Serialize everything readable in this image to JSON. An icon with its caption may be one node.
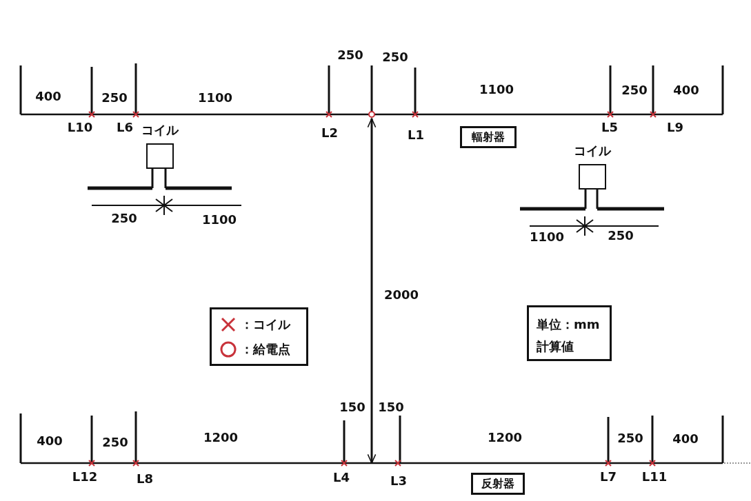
{
  "diagram": {
    "nodes": [
      {
        "text": [
          "コイル"
        ]
      },
      {
        "text": [
          "輻射器"
        ]
      },
      {
        "text": [
          "コイル"
        ]
      },
      {
        "text": [
          "単位：mm",
          "計算値"
        ]
      },
      {
        "text": [
          "反射器"
        ]
      }
    ],
    "labels": [
      "250",
      "250",
      "400",
      "250",
      "1100",
      "1100",
      "250",
      "400",
      "L10",
      "L6",
      "L2",
      "L1",
      "L5",
      "L9",
      "250",
      "1100",
      "1100",
      "250",
      "2000",
      "150",
      "150",
      "400",
      "250",
      "1200",
      "1200",
      "250",
      "400",
      "L12",
      "L8",
      "L4",
      "L3",
      "L7",
      "L11"
    ],
    "legend": [
      {
        "text": "：コイル"
      },
      {
        "text": "：給電点"
      }
    ]
  }
}
